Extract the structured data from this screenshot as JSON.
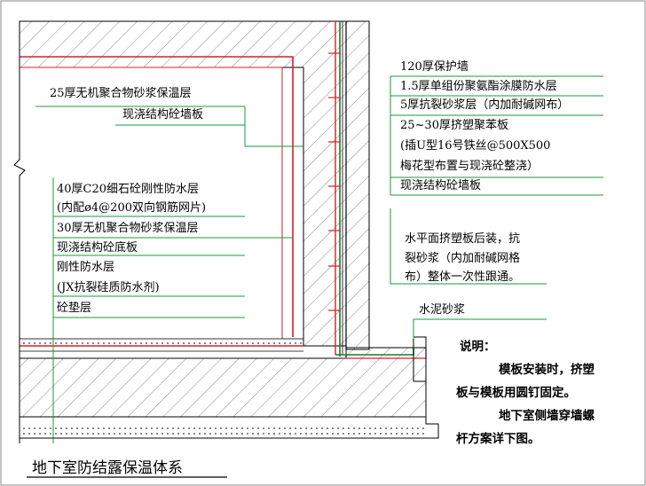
{
  "title": "地下室防结露保温体系",
  "labels_left": [
    {
      "key": "l1",
      "text": "25厚无机聚合物砂浆保温层"
    },
    {
      "key": "l2",
      "text": "现浇结构砼墙板"
    },
    {
      "key": "l3",
      "text": "40厚C20细石砼刚性防水层"
    },
    {
      "key": "l4",
      "text": "(内配ø4@200双向钢筋网片)"
    },
    {
      "key": "l5",
      "text": "30厚无机聚合物砂浆保温层"
    },
    {
      "key": "l6",
      "text": "现浇结构砼底板"
    },
    {
      "key": "l7",
      "text": "刚性防水层"
    },
    {
      "key": "l8",
      "text": "(JX抗裂硅质防水剂)"
    },
    {
      "key": "l9",
      "text": "砼垫层"
    }
  ],
  "labels_right": [
    {
      "key": "r1",
      "text": "120厚保护墙"
    },
    {
      "key": "r2",
      "text": "1.5厚单组份聚氨酯涂膜防水层"
    },
    {
      "key": "r3",
      "text": "5厚抗裂砂浆层（内加耐碱网布）"
    },
    {
      "key": "r4",
      "text": "25~30厚挤塑聚苯板"
    },
    {
      "key": "r5",
      "text": "(插U型16号铁丝@500X500"
    },
    {
      "key": "r6",
      "text": "梅花型布置与现浇砼整浇）"
    },
    {
      "key": "r7",
      "text": "现浇结构砼墙板"
    }
  ],
  "labels_mid": [
    {
      "key": "m1",
      "text": "水平面挤塑板后装，抗"
    },
    {
      "key": "m2",
      "text": "裂砂浆（内加耐碱网格"
    },
    {
      "key": "m3",
      "text": "布）整体一次性跟通。"
    },
    {
      "key": "m4",
      "text": "水泥砂浆"
    }
  ],
  "notes": {
    "heading": "说明：",
    "line1": "模板安装时，挤塑",
    "line2": "板与模板用圆钉固定。",
    "line3": "地下室侧墙穿墙螺",
    "line4": "杆方案详下图。"
  },
  "colors": {
    "leader": "#1a9a3a",
    "insulation": "#d4202a",
    "membrane": "#1a7a2a",
    "line": "#000000"
  }
}
